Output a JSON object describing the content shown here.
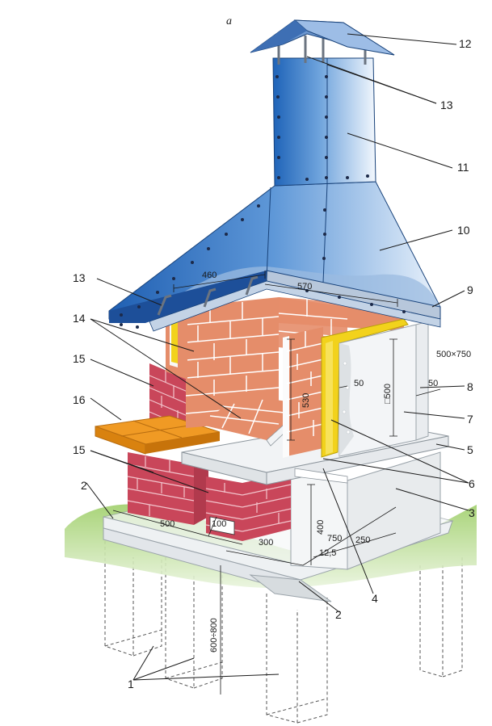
{
  "figure": {
    "panel_letter": "a"
  },
  "callouts": [
    "1",
    "2",
    "2",
    "3",
    "4",
    "5",
    "6",
    "7",
    "8",
    "9",
    "10",
    "11",
    "12",
    "13",
    "13",
    "14",
    "15",
    "15",
    "16"
  ],
  "dimensions": {
    "hood_width": "460",
    "hood_depth": "570",
    "opening_height": "530",
    "side_panel": "500×750",
    "gap": "50",
    "insulation": "50",
    "firebox_height": "□500",
    "table_width": "500",
    "pier_width": "100",
    "pier_gap": "300",
    "base_depth": "750",
    "base_height": "400",
    "overhang": "12,5",
    "stand_offset": "250",
    "foundation_depth": "600÷800"
  },
  "colors": {
    "hood_blue": "#2f6fc0",
    "hood_light": "#dceaf8",
    "brick": "#e58d6a",
    "red_brick": "#c9465a",
    "insulation": "#f2d21c",
    "tile": "#f09a24",
    "grass": "#8fc45a",
    "concrete": "#eef1f3"
  }
}
